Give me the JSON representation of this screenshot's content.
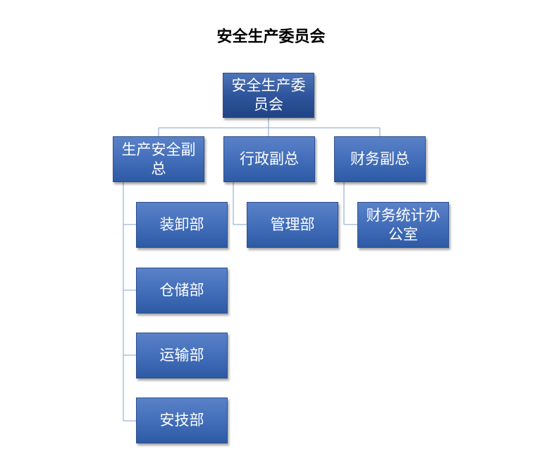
{
  "title": "安全生产委员会",
  "org": {
    "root": "安全生产委员会",
    "vice_presidents": [
      {
        "label": "生产安全副总",
        "departments": [
          "装卸部",
          "仓储部",
          "运输部",
          "安技部"
        ]
      },
      {
        "label": "行政副总",
        "departments": [
          "管理部"
        ]
      },
      {
        "label": "财务副总",
        "departments": [
          "财务统计办公室"
        ]
      }
    ]
  },
  "colors": {
    "box_top": "#5a82c8",
    "box_bottom": "#2e5aa5",
    "connector": "#9fb5d6",
    "text": "#ffffff"
  }
}
